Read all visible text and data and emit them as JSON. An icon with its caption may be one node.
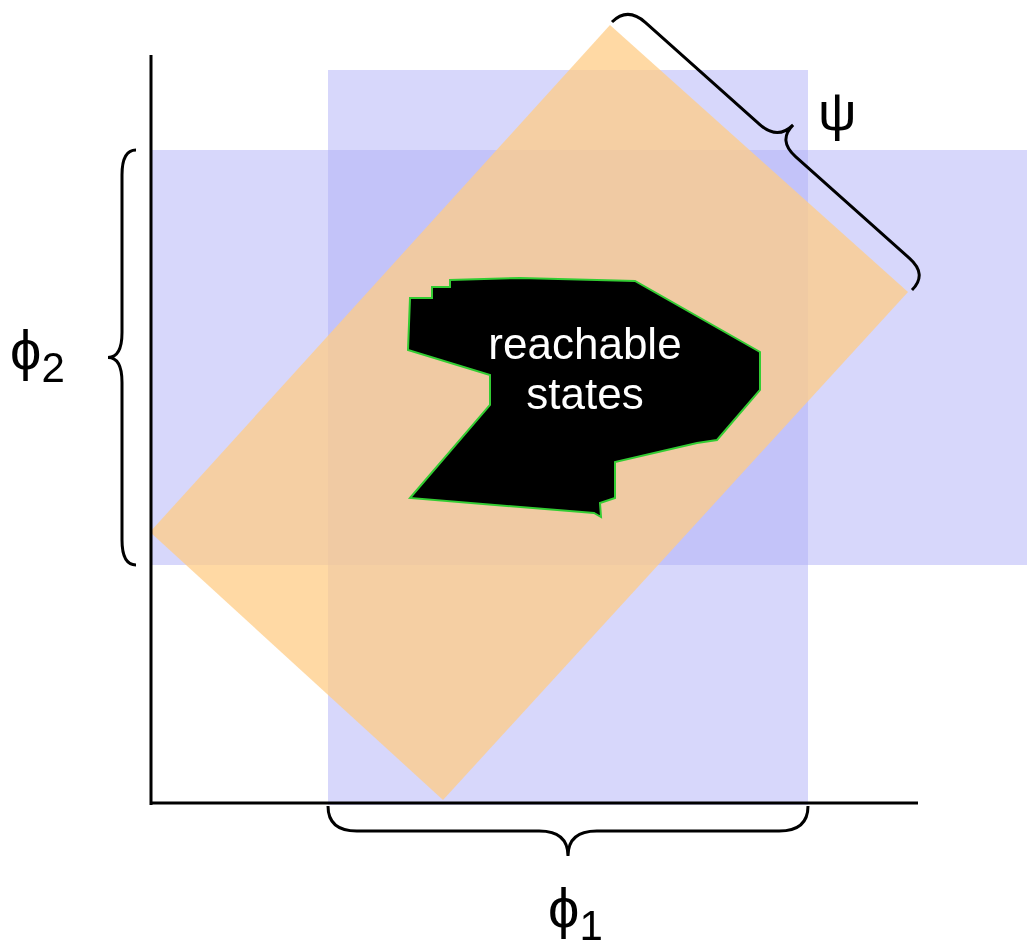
{
  "diagram": {
    "nodes": [
      {
        "text": [
          "reachable states"
        ]
      }
    ],
    "labels": [
      "ψ",
      "ϕ$_{2}$",
      "ϕ$_{1}$"
    ]
  }
}
